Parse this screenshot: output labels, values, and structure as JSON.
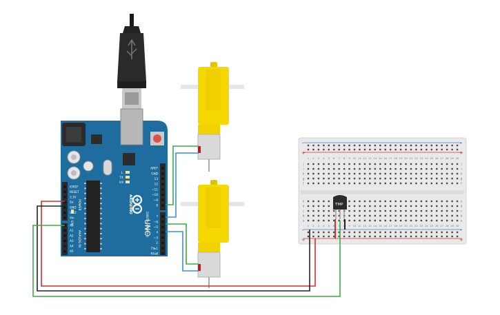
{
  "arduino": {
    "brand": "ARDUINO",
    "model": "UNO",
    "on_label": "ON",
    "tx_label": "TX",
    "rx_label": "RX",
    "l_label": "L",
    "power_header_label": "POWER",
    "analog_header_label": "ANALOG IN",
    "digital_header_label": "DIGITAL (PWM~)",
    "power_pins": [
      "IOREF",
      "RESET",
      "3.3V",
      "5V",
      "GND",
      "GND",
      "Vin"
    ],
    "analog_pins": [
      "A0",
      "A1",
      "A2",
      "A3",
      "A4",
      "A5"
    ],
    "digital_top_pins": [
      "AREF",
      "GND",
      "13",
      "12",
      "~11",
      "~10",
      "~9",
      "8"
    ],
    "digital_bottom_pins": [
      "7",
      "~6",
      "~5",
      "4",
      "~3",
      "2",
      "TX▸1",
      "RX◂0"
    ]
  },
  "breadboard": {
    "sensor_label": "TMP",
    "row_letters_top": [
      "j",
      "i",
      "h",
      "g",
      "f"
    ],
    "row_letters_bottom": [
      "e",
      "d",
      "c",
      "b",
      "a"
    ],
    "column_numbers": [
      "1",
      "2",
      "3",
      "4",
      "5",
      "6",
      "7",
      "8",
      "9",
      "10",
      "11",
      "12",
      "13",
      "14",
      "15",
      "16",
      "17",
      "18",
      "19",
      "20",
      "21",
      "22",
      "23",
      "24",
      "25",
      "26",
      "27",
      "28",
      "29",
      "30"
    ],
    "plus_symbol": "+",
    "minus_symbol": "-"
  },
  "colors": {
    "arduino_board": "#1e6d9e",
    "motor_yellow": "#f5d800",
    "wire_red": "#d32f2f",
    "wire_black": "#222222",
    "wire_green": "#3daa4a",
    "wire_blue": "#3b8fcf",
    "breadboard": "#e9e9e9"
  }
}
